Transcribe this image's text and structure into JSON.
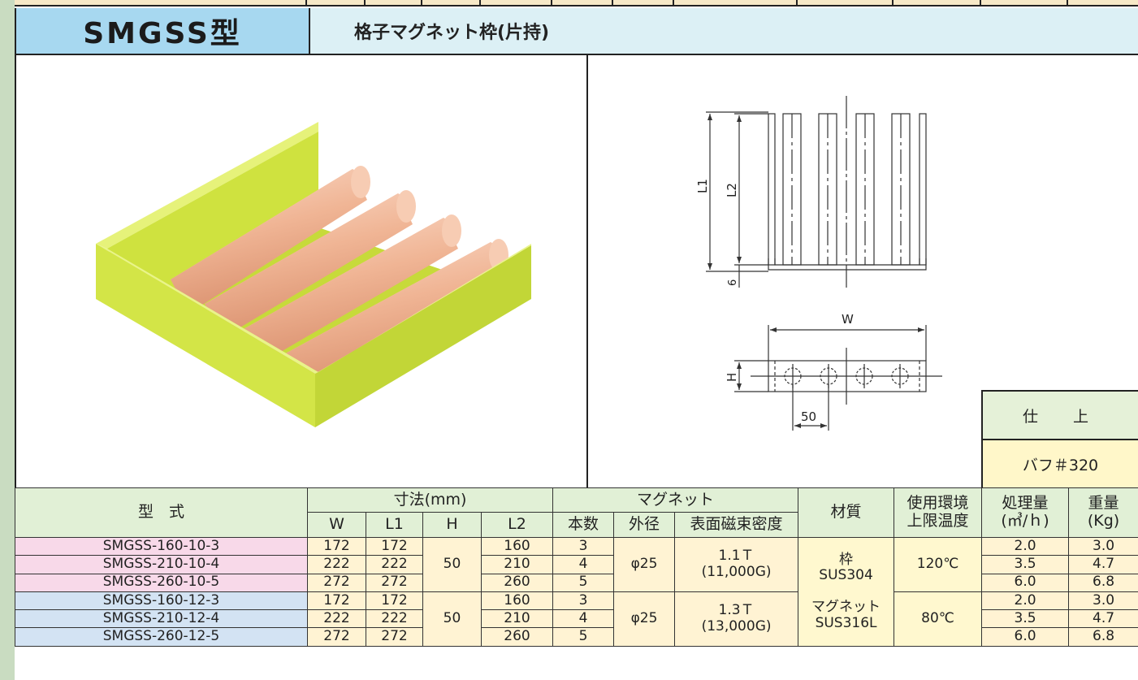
{
  "header": {
    "model": "SMGSS型",
    "description": "格子マグネット枠(片持)"
  },
  "drawing": {
    "l1": "L1",
    "l2": "L2",
    "h": "H",
    "w": "W",
    "dim6": "6",
    "dim50": "50"
  },
  "finish": {
    "label": "仕　上",
    "value": "バフ＃320"
  },
  "table": {
    "headers": {
      "model": "型　式",
      "dimensions": "寸法(mm)",
      "magnet": "マグネット",
      "material": "材質",
      "env": [
        "使用環境",
        "上限温度"
      ],
      "capacity": [
        "処理量",
        "(㎥/ｈ)"
      ],
      "weight": [
        "重量",
        "(Kg)"
      ],
      "w": "W",
      "l1": "L1",
      "h": "H",
      "l2": "L2",
      "count": "本数",
      "diameter": "外径",
      "flux": "表面磁束密度"
    },
    "rows": [
      {
        "model": "SMGSS-160-10-3",
        "w": "172",
        "l1": "172",
        "l2": "160",
        "count": "3",
        "capacity": "2.0",
        "weight": "3.0"
      },
      {
        "model": "SMGSS-210-10-4",
        "w": "222",
        "l1": "222",
        "l2": "210",
        "count": "4",
        "capacity": "3.5",
        "weight": "4.7"
      },
      {
        "model": "SMGSS-260-10-5",
        "w": "272",
        "l1": "272",
        "l2": "260",
        "count": "5",
        "capacity": "6.0",
        "weight": "6.8"
      },
      {
        "model": "SMGSS-160-12-3",
        "w": "172",
        "l1": "172",
        "l2": "160",
        "count": "3",
        "capacity": "2.0",
        "weight": "3.0"
      },
      {
        "model": "SMGSS-210-12-4",
        "w": "222",
        "l1": "222",
        "l2": "210",
        "count": "4",
        "capacity": "3.5",
        "weight": "4.7"
      },
      {
        "model": "SMGSS-260-12-5",
        "w": "272",
        "l1": "272",
        "l2": "260",
        "count": "5",
        "capacity": "6.0",
        "weight": "6.8"
      }
    ],
    "groups": [
      {
        "h": "50",
        "diameter": "φ25",
        "flux": "1.1Ｔ",
        "gauss": "(11,000G)",
        "temp": "120℃"
      },
      {
        "h": "50",
        "diameter": "φ25",
        "flux": "1.3Ｔ",
        "gauss": "(13,000G)",
        "temp": "80℃"
      }
    ],
    "material": {
      "frame_label": "枠",
      "frame": "SUS304",
      "magnet_label": "マグネット",
      "magnet": "SUS316L"
    }
  },
  "colors": {
    "header_blue": "#a7d8f0",
    "header_light": "#dcf0f5",
    "frame_green": "#d6e94a",
    "rod_copper": "#f0b899",
    "pink": "#f8d9e9",
    "blue": "#d3e3f3"
  }
}
